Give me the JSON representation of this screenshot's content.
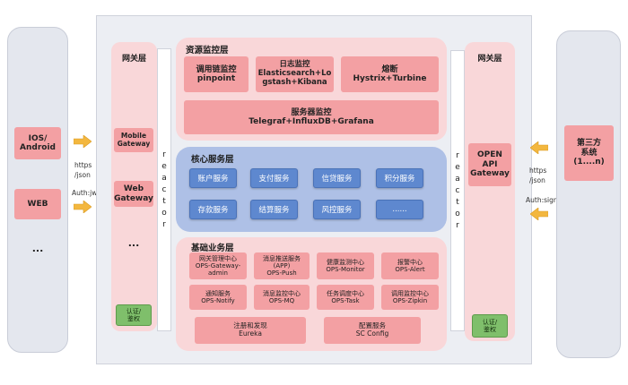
{
  "clients_left": {
    "ios": "IOS/\nAndroid",
    "web": "WEB",
    "more": "..."
  },
  "protocol_left": {
    "line1": "https",
    "line2": "/json",
    "line3": "Auth:jwt"
  },
  "gateway_left": {
    "title": "网关层",
    "mobile": "Mobile\nGateway",
    "web": "Web\nGateway",
    "more": "...",
    "auth": "认证/\n鉴权"
  },
  "reactor_label": "reactor",
  "resource_monitor": {
    "title": "资源监控层",
    "items": [
      "调用链监控\npinpoint",
      "日志监控\nElasticsearch+Lo\ngstash+Kibana",
      "熔断\nHystrix+Turbine"
    ],
    "server": "服务器监控\nTelegraf+InfluxDB+Grafana"
  },
  "core_services": {
    "title": "核心服务层",
    "row1": [
      "账户服务",
      "支付服务",
      "信贷服务",
      "积分服务"
    ],
    "row2": [
      "存款服务",
      "结算服务",
      "风控服务",
      "......"
    ]
  },
  "basic_business": {
    "title": "基础业务层",
    "row1": [
      "网关管理中心\nOPS-Gateway-\nadmin",
      "消息推送服务\n(APP)\nOPS-Push",
      "健康监测中心\nOPS-Monitor",
      "报警中心\nOPS-Alert"
    ],
    "row2": [
      "通知服务\nOPS-Notify",
      "消息监控中心\nOPS-MQ",
      "任务调度中心\nOPS-Task",
      "调用监控中心\nOPS-Zipkin"
    ],
    "row3": [
      "注册和发现\nEureka",
      "配置服务\nSC Config"
    ]
  },
  "gateway_right": {
    "title": "网关层",
    "open_api": "OPEN\nAPI\nGateway",
    "auth": "认证/\n鉴权"
  },
  "protocol_right": {
    "line1": "https",
    "line2": "/json",
    "line3": "Auth:sign"
  },
  "third_party": "第三方\n系统\n(1....n)",
  "colors": {
    "red_box": "#f3a0a3",
    "pink_panel": "#f9d7d9",
    "blue_panel": "#aec0e6",
    "blue_box": "#5e88cf",
    "green_box": "#7fbf6b",
    "arrow": "#f3b73f"
  }
}
